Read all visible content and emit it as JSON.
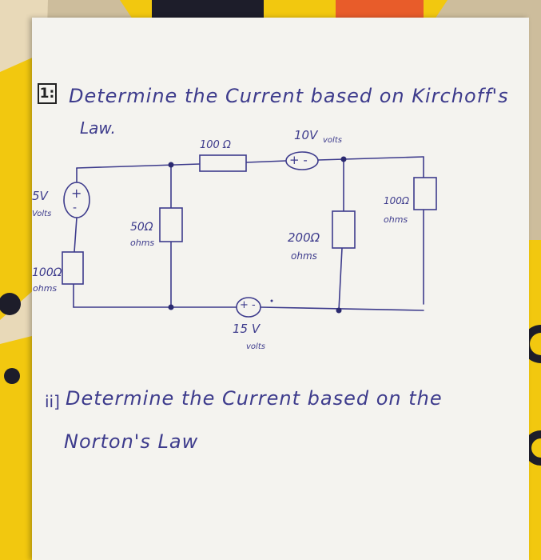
{
  "question1": {
    "number": "1:",
    "line1": "Determine the Current based on Kirchoff's",
    "line2": "Law."
  },
  "circuit": {
    "source_left": {
      "value": "5V",
      "unit": "Volts",
      "polarity": "+ -"
    },
    "resistor_left": {
      "value": "100Ω",
      "unit": "ohms"
    },
    "resistor_mid": {
      "value": "50Ω",
      "unit": "ohms"
    },
    "resistor_top": {
      "value": "100 Ω"
    },
    "source_top": {
      "value": "10V",
      "unit": "volts",
      "polarity": "+ -"
    },
    "resistor_center_right": {
      "value": "200Ω",
      "unit": "ohms"
    },
    "resistor_right": {
      "value": "100Ω",
      "unit": "ohms"
    },
    "source_bottom": {
      "value": "15 V",
      "unit": "volts",
      "polarity": "+ -"
    }
  },
  "question2": {
    "number": "ii]",
    "line1": "Determine the Current based on the",
    "line2": "Norton's Law",
    "superscript": "'s"
  },
  "colors": {
    "ink": "#3d3b8c",
    "paper": "#f4f3ef",
    "background_yellow": "#f2c80f"
  }
}
